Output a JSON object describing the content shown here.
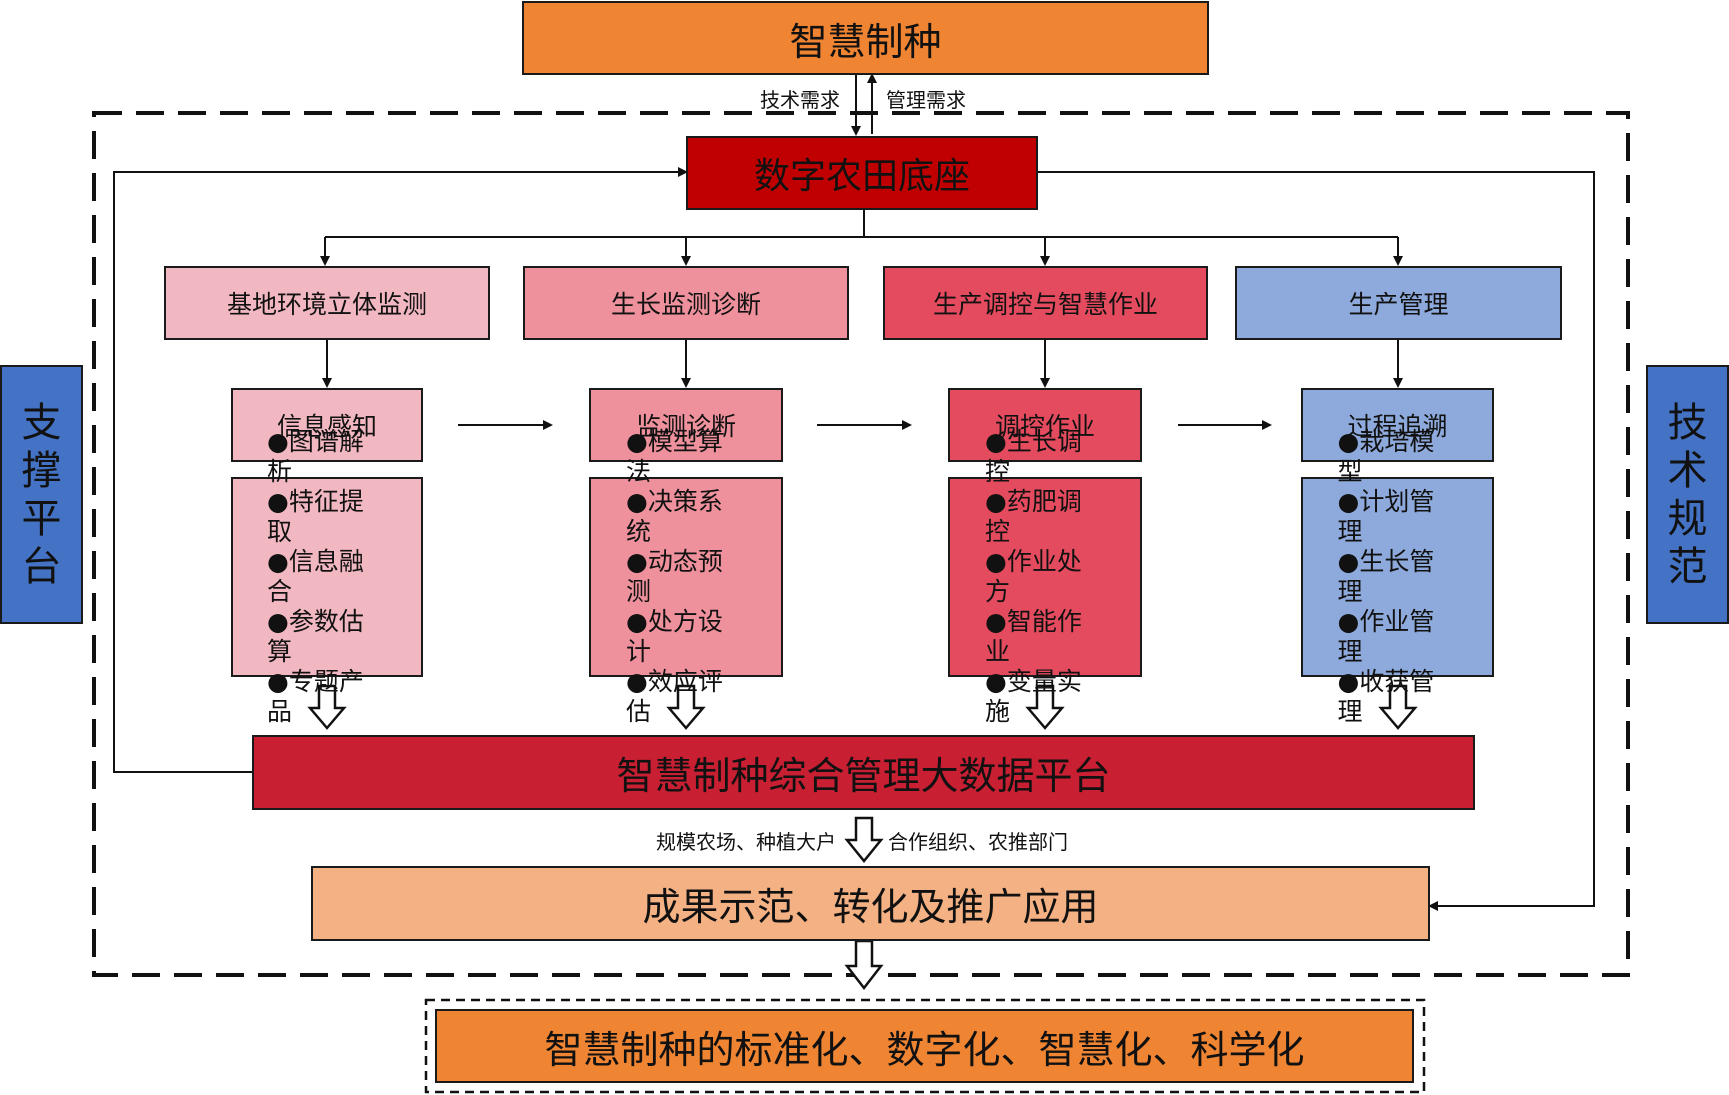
{
  "top_box": "智慧制种",
  "tech_demand": "技术需求",
  "mgmt_demand": "管理需求",
  "base": "数字农田底座",
  "modules": [
    {
      "title": "基地环境立体监测",
      "stage": "信息感知",
      "items": [
        "●图谱解析",
        "●特征提取",
        "●信息融合",
        "●参数估算",
        "●专题产品"
      ],
      "color": "#f2b8c1"
    },
    {
      "title": "生长监测诊断",
      "stage": "监测诊断",
      "items": [
        "●模型算法",
        "●决策系统",
        "●动态预测",
        "●处方设计",
        "●效应评估"
      ],
      "color": "#ee919c"
    },
    {
      "title": "生产调控与智慧作业",
      "stage": "调控作业",
      "items": [
        "●生长调控",
        "●药肥调控",
        "●作业处方",
        "●智能作业",
        "●变量实施"
      ],
      "color": "#e54b5e"
    },
    {
      "title": "生产管理",
      "stage": "过程追溯",
      "items": [
        "●栽培模型",
        "●计划管理",
        "●生长管理",
        "●作业管理",
        "●收获管理"
      ],
      "color": "#8eaadc"
    }
  ],
  "platform": "智慧制种综合管理大数据平台",
  "users_left": "规模农场、种植大户",
  "users_right": "合作组织、农推部门",
  "application": "成果示范、转化及推广应用",
  "goal": "智慧制种的标准化、数字化、智慧化、科学化",
  "left_side": [
    "支",
    "撑",
    "平",
    "台"
  ],
  "right_side": [
    "技",
    "术",
    "规",
    "范"
  ],
  "colors": {
    "orange": "#ef8432",
    "dark_red": "#c00000",
    "platform_red": "#c81f32",
    "peach": "#f4b183",
    "blue_side": "#4472c4"
  }
}
